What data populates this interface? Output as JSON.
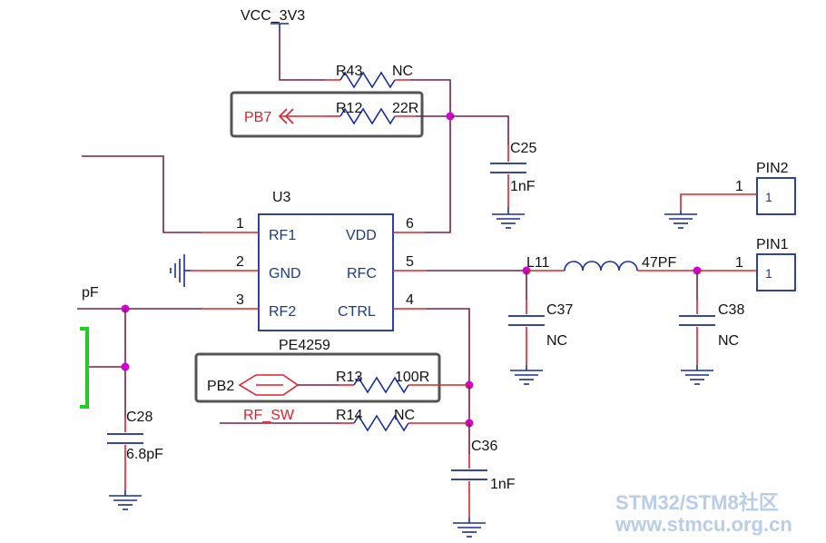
{
  "power": {
    "vcc": "VCC_3V3"
  },
  "ic": {
    "ref": "U3",
    "part": "PE4259",
    "pins": [
      {
        "num": "1",
        "name": "RF1"
      },
      {
        "num": "2",
        "name": "GND"
      },
      {
        "num": "3",
        "name": "RF2"
      },
      {
        "num": "6",
        "name": "VDD"
      },
      {
        "num": "5",
        "name": "RFC"
      },
      {
        "num": "4",
        "name": "CTRL"
      }
    ]
  },
  "resistors": {
    "r43": {
      "ref": "R43",
      "value": "NC"
    },
    "r12": {
      "ref": "R12",
      "value": "22R"
    },
    "r13": {
      "ref": "R13",
      "value": "100R"
    },
    "r14": {
      "ref": "R14",
      "value": "NC"
    }
  },
  "capacitors": {
    "c25": {
      "ref": "C25",
      "value": "1nF"
    },
    "c37": {
      "ref": "C37",
      "value": "NC"
    },
    "c38": {
      "ref": "C38",
      "value": "NC"
    },
    "c36": {
      "ref": "C36",
      "value": "1nF"
    },
    "c28": {
      "ref": "C28",
      "value": "6.8pF"
    }
  },
  "inductor": {
    "ref": "L11",
    "value": "47PF"
  },
  "nets": {
    "pb7": "PB7",
    "pb2": "PB2",
    "rf_sw": "RF_SW",
    "pf_partial": "pF"
  },
  "connectors": {
    "pin2": {
      "ref": "PIN2",
      "num": "1",
      "box": "1"
    },
    "pin1": {
      "ref": "PIN1",
      "num": "1",
      "box": "1"
    }
  },
  "watermark": {
    "line1": "STM32/STM8社区",
    "line2": "www.stmcu.org.cn"
  },
  "colors": {
    "wire": "#7a1f4a",
    "pin": "#e0202a",
    "component": "#1a2c9a",
    "junction": "#d400d4",
    "highlight_box": "#555555",
    "watermark": "#b7cde8"
  }
}
